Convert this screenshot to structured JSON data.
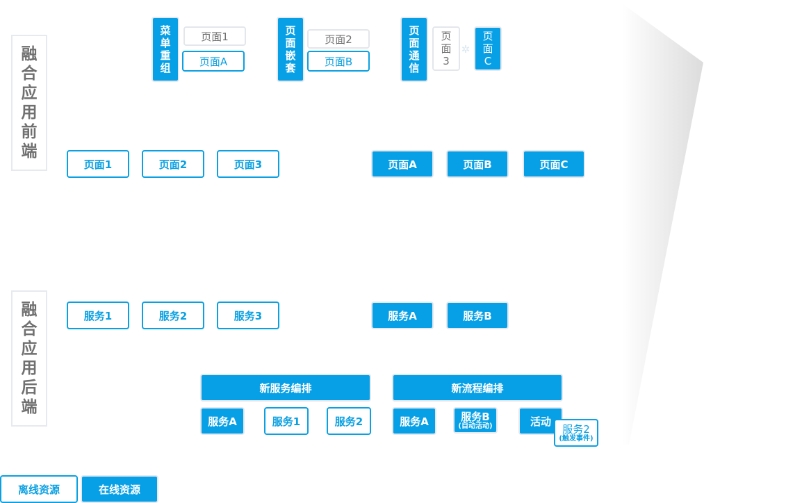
{
  "sections": {
    "frontend_label": "融合应用前端",
    "backend_label": "融合应用后端"
  },
  "top_groups": [
    {
      "tag": "菜单重组",
      "items": [
        "页面1",
        "页面A"
      ]
    },
    {
      "tag": "页面嵌套",
      "items": [
        "页面2",
        "页面B"
      ]
    },
    {
      "tag": "页面通信",
      "items": [
        "页面3",
        "页面C"
      ]
    }
  ],
  "frontend": {
    "offline_pages": [
      "页面1",
      "页面2",
      "页面3"
    ],
    "online_pages": [
      "页面A",
      "页面B",
      "页面C"
    ]
  },
  "backend": {
    "offline_services": [
      "服务1",
      "服务2",
      "服务3"
    ],
    "online_services": [
      "服务A",
      "服务B"
    ]
  },
  "orchestration": {
    "service": {
      "title": "新服务编排",
      "items": [
        "服务A",
        "服务1",
        "服务2"
      ]
    },
    "process": {
      "title": "新流程编排",
      "items": [
        {
          "label": "服务A"
        },
        {
          "label": "服务B",
          "sub": "(自动活动)"
        },
        {
          "label": "活动"
        },
        {
          "label": "服务2",
          "sub": "(触发事件)"
        }
      ]
    }
  },
  "legend": {
    "offline": "离线资源",
    "online": "在线资源"
  },
  "icons": {
    "connector": "gear-icon"
  },
  "colors": {
    "primary": "#07a0e6",
    "outline": "#0aa0e2",
    "muted": "#707070"
  }
}
